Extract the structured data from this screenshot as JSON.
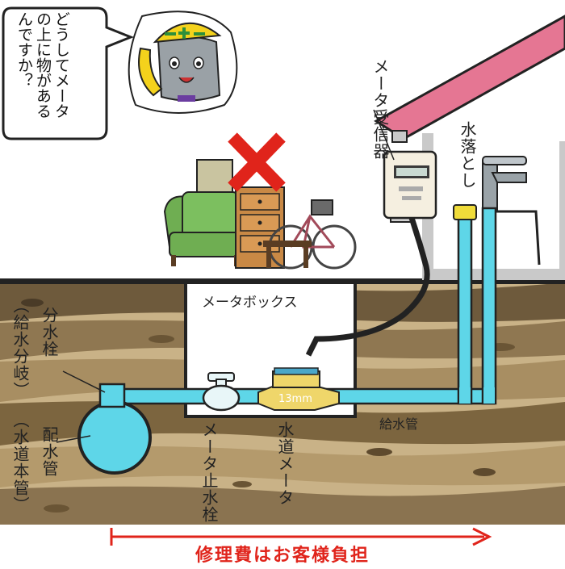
{
  "speech": {
    "text": "どうしてメータの上に物があるんですか？"
  },
  "labels": {
    "meter_receiver": "メータ受信器",
    "drain_valve": "水落とし",
    "meter_box": "メータボックス",
    "branch_faucet": "分水栓",
    "branch_faucet_note": "（給水分岐）",
    "distribution_pipe": "配水管",
    "distribution_pipe_note": "（水道本管）",
    "meter_stop_valve": "メータ止水栓",
    "water_meter": "水道メータ",
    "supply_pipe": "給水管",
    "meter_size": "13mm"
  },
  "footer": {
    "text": "修理費はお客様負担"
  },
  "colors": {
    "pipe": "#5ed6e8",
    "pipe_outline": "#1b1b1b",
    "soil_dark": "#5b4a33",
    "soil_mid": "#8a7350",
    "soil_light": "#c4aa7c",
    "roof": "#e57693",
    "arrow": "#e0241b",
    "cross": "#e0241b"
  }
}
